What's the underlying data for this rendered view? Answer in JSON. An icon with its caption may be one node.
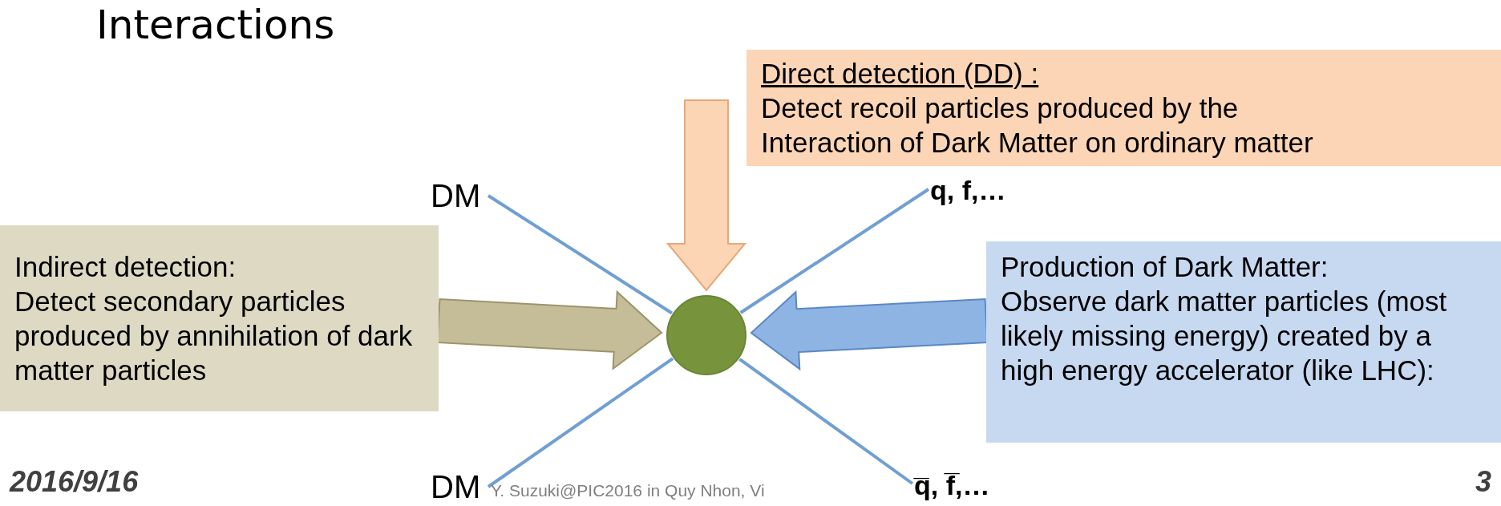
{
  "diagram": {
    "title": "Interactions",
    "nodes": [
      {
        "text": [
          "Direct detection (DD) :",
          "Detect recoil particles produced by the Interaction of Dark Matter on ordinary matter"
        ]
      },
      {
        "text": [
          "Indirect detection:",
          "Detect secondary particles produced by annihilation of dark matter particles"
        ]
      },
      {
        "text": [
          "Production of Dark Matter:",
          "Observe dark matter particles (most likely missing energy) created by a high energy accelerator (like LHC):"
        ]
      },
      {
        "text": [
          "DM"
        ]
      },
      {
        "text": [
          "q, f,…"
        ]
      },
      {
        "text": [
          "DM"
        ]
      },
      {
        "text": [
          "q̅, f̅,…"
        ]
      },
      {
        "text": [],
        "shape": "circle"
      }
    ],
    "edges": [
      {
        "from": 3,
        "to": 7,
        "arrow": "none"
      },
      {
        "from": 4,
        "to": 7,
        "arrow": "none"
      },
      {
        "from": 5,
        "to": 7,
        "arrow": "none"
      },
      {
        "from": 6,
        "to": 7,
        "arrow": "none"
      },
      {
        "from": 0,
        "to": 7,
        "arrow": "to",
        "style": "thick",
        "color": "#fcd5b5"
      },
      {
        "from": 1,
        "to": 7,
        "arrow": "to",
        "style": "thick",
        "color": "#c4bd97"
      },
      {
        "from": 2,
        "to": 7,
        "arrow": "to",
        "style": "thick",
        "color": "#8eb4e3"
      }
    ],
    "labels": [
      "2016/9/16",
      "Y. Suzuki@PIC2016 in Quy Nhon, Vi",
      "3"
    ]
  }
}
